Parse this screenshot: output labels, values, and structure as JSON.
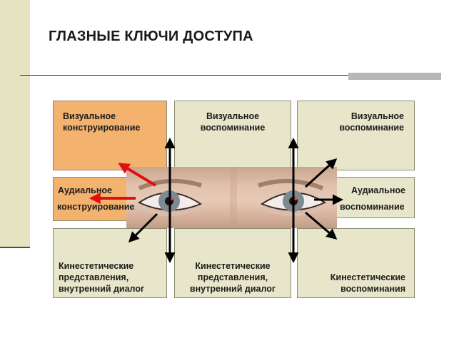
{
  "slide": {
    "title": "ГЛАЗНЫЕ КЛЮЧИ ДОСТУПА"
  },
  "boxes": {
    "visual_construct": "Визуальное\nконструирование",
    "visual_recall_center": "Визуальное\nвоспоминание",
    "visual_recall_right": "Визуальное\nвоспоминание",
    "audio_construct_1": "Аудиальное",
    "audio_construct_2": "конструирование",
    "audio_recall_1": "Аудиальное",
    "audio_recall_2": "воспоминание",
    "kinesthetic_left": "Кинестетические\nпредставления,\nвнутренний диалог",
    "kinesthetic_center": "Кинестетические\nпредставления,\nвнутренний диалог",
    "kinesthetic_recall": "Кинестетические\nвоспоминания"
  },
  "colors": {
    "box_fill": "#e8e6ca",
    "highlight_fill": "#f4b26f",
    "arrow_black": "#000000",
    "arrow_red": "#e01010"
  }
}
